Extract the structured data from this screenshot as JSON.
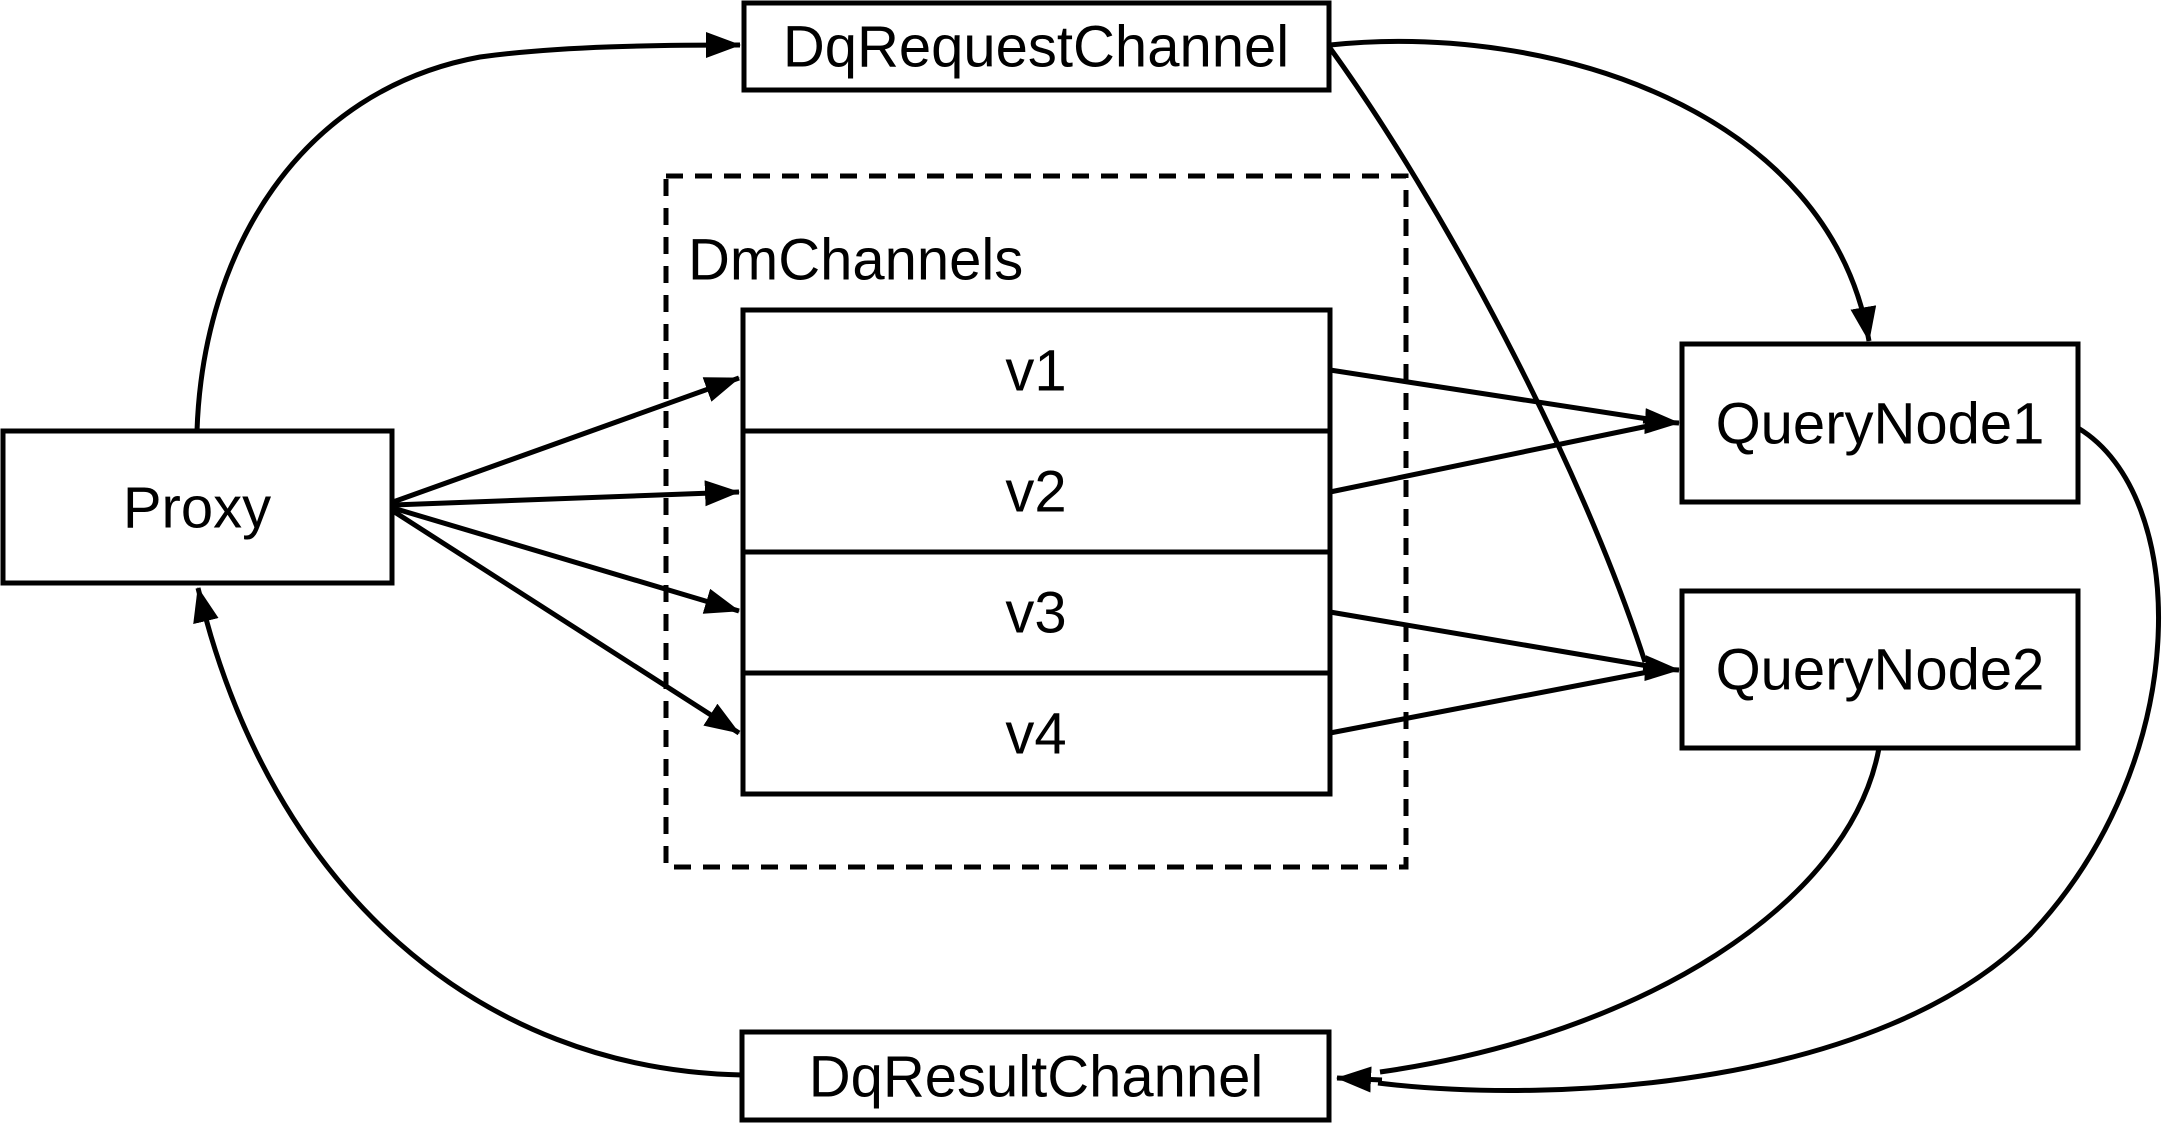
{
  "diagram": {
    "background": "#ffffff",
    "stroke_color": "#000000",
    "nodes": {
      "proxy": {
        "label": "Proxy"
      },
      "dq_request_channel": {
        "label": "DqRequestChannel"
      },
      "dm_channels": {
        "label": "DmChannels",
        "channels": [
          "v1",
          "v2",
          "v3",
          "v4"
        ]
      },
      "query_node1": {
        "label": "QueryNode1"
      },
      "query_node2": {
        "label": "QueryNode2"
      },
      "dq_result_channel": {
        "label": "DqResultChannel"
      }
    },
    "edges": [
      {
        "from": "Proxy",
        "to": "DqRequestChannel"
      },
      {
        "from": "Proxy",
        "to": "v1"
      },
      {
        "from": "Proxy",
        "to": "v2"
      },
      {
        "from": "Proxy",
        "to": "v3"
      },
      {
        "from": "Proxy",
        "to": "v4"
      },
      {
        "from": "v1",
        "to": "QueryNode1"
      },
      {
        "from": "v2",
        "to": "QueryNode1"
      },
      {
        "from": "v3",
        "to": "QueryNode2"
      },
      {
        "from": "v4",
        "to": "QueryNode2"
      },
      {
        "from": "DqRequestChannel",
        "to": "QueryNode1"
      },
      {
        "from": "DqRequestChannel",
        "to": "QueryNode2"
      },
      {
        "from": "QueryNode1",
        "to": "DqResultChannel"
      },
      {
        "from": "QueryNode2",
        "to": "DqResultChannel"
      },
      {
        "from": "DqResultChannel",
        "to": "Proxy"
      }
    ]
  }
}
